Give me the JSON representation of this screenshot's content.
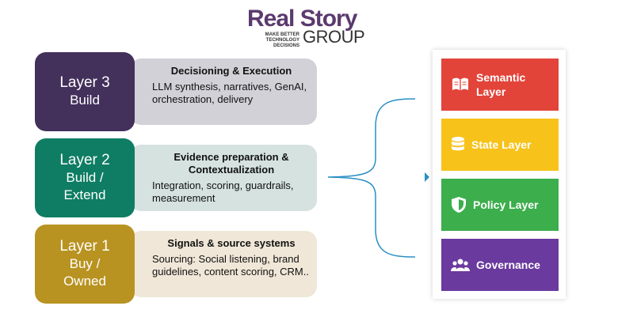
{
  "logo": {
    "main": "Real Story",
    "tagline_1": "MAKE BETTER",
    "tagline_2": "TECHNOLOGY DECISIONS",
    "group": "GROUP"
  },
  "layers": [
    {
      "name": "Layer 3",
      "sub": [
        "Build"
      ],
      "title": "Decisioning & Execution",
      "desc": "LLM synthesis, narratives, GenAI, orchestration, delivery",
      "badge_color": "#43305b",
      "detail_color": "#d3d1d8"
    },
    {
      "name": "Layer 2",
      "sub": [
        "Build /",
        "Extend"
      ],
      "title": "Evidence preparation & Contextualization",
      "desc": "Integration, scoring, guardrails, measurement",
      "badge_color": "#0e7d63",
      "detail_color": "#d5e2df"
    },
    {
      "name": "Layer 1",
      "sub": [
        "Buy /",
        "Owned"
      ],
      "title": "Signals & source systems",
      "desc": "Sourcing: Social listening, brand guidelines, content scoring, CRM..",
      "badge_color": "#b89321",
      "detail_color": "#f0e7d8"
    }
  ],
  "stack": [
    {
      "label": "Semantic Layer",
      "icon": "book-icon",
      "color": "#e2443a"
    },
    {
      "label": "State Layer",
      "icon": "database-icon",
      "color": "#f7c21a"
    },
    {
      "label": "Policy Layer",
      "icon": "shield-icon",
      "color": "#3cae4c"
    },
    {
      "label": "Governance",
      "icon": "people-icon",
      "color": "#6a3a9e"
    }
  ],
  "bracket_color": "#2a8fc4"
}
